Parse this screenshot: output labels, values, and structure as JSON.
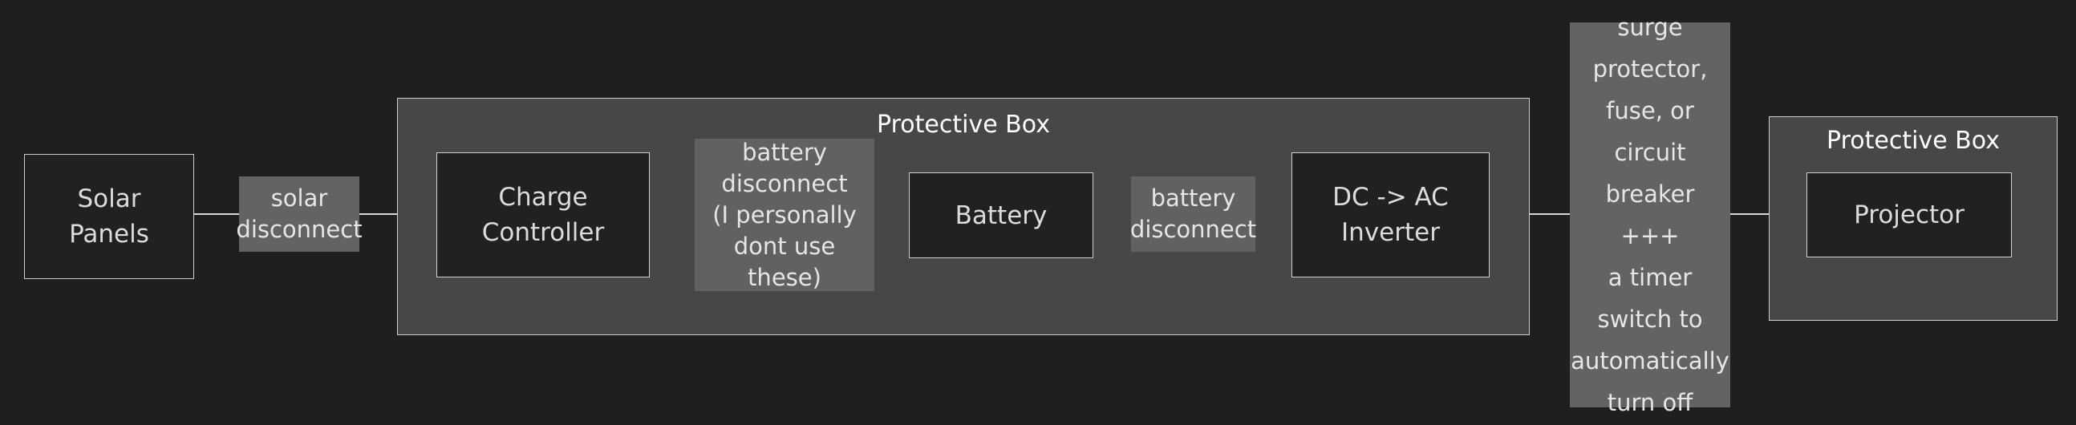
{
  "diagram": {
    "title": "Solar power to projector wiring flowchart",
    "background_color": "#1f1f1f",
    "node_fill": "#212121",
    "node_border": "#d0d0d0",
    "subgraph_fill": "#474747",
    "edge_label_fill": "#636363",
    "text_color": "#dcdcdc",
    "edge_color": "#d8d8d8"
  },
  "nodes": {
    "solar_panels": "Solar\nPanels",
    "charge_controller": "Charge\nController",
    "battery": "Battery",
    "inverter": "DC -> AC\nInverter",
    "projector": "Projector"
  },
  "subgraphs": {
    "protective_box_main": "Protective Box",
    "protective_box_projector": "Protective Box"
  },
  "edge_labels": {
    "solar_disconnect": "solar\ndisconnect",
    "battery_disconnect_note": "battery\ndisconnect\n(I personally\ndont use these)",
    "battery_disconnect": "battery\ndisconnect",
    "surge_protector": "surge\nprotector,\nfuse, or\ncircuit\nbreaker\n+++\na timer\nswitch to\nautomatically\nturn off"
  }
}
